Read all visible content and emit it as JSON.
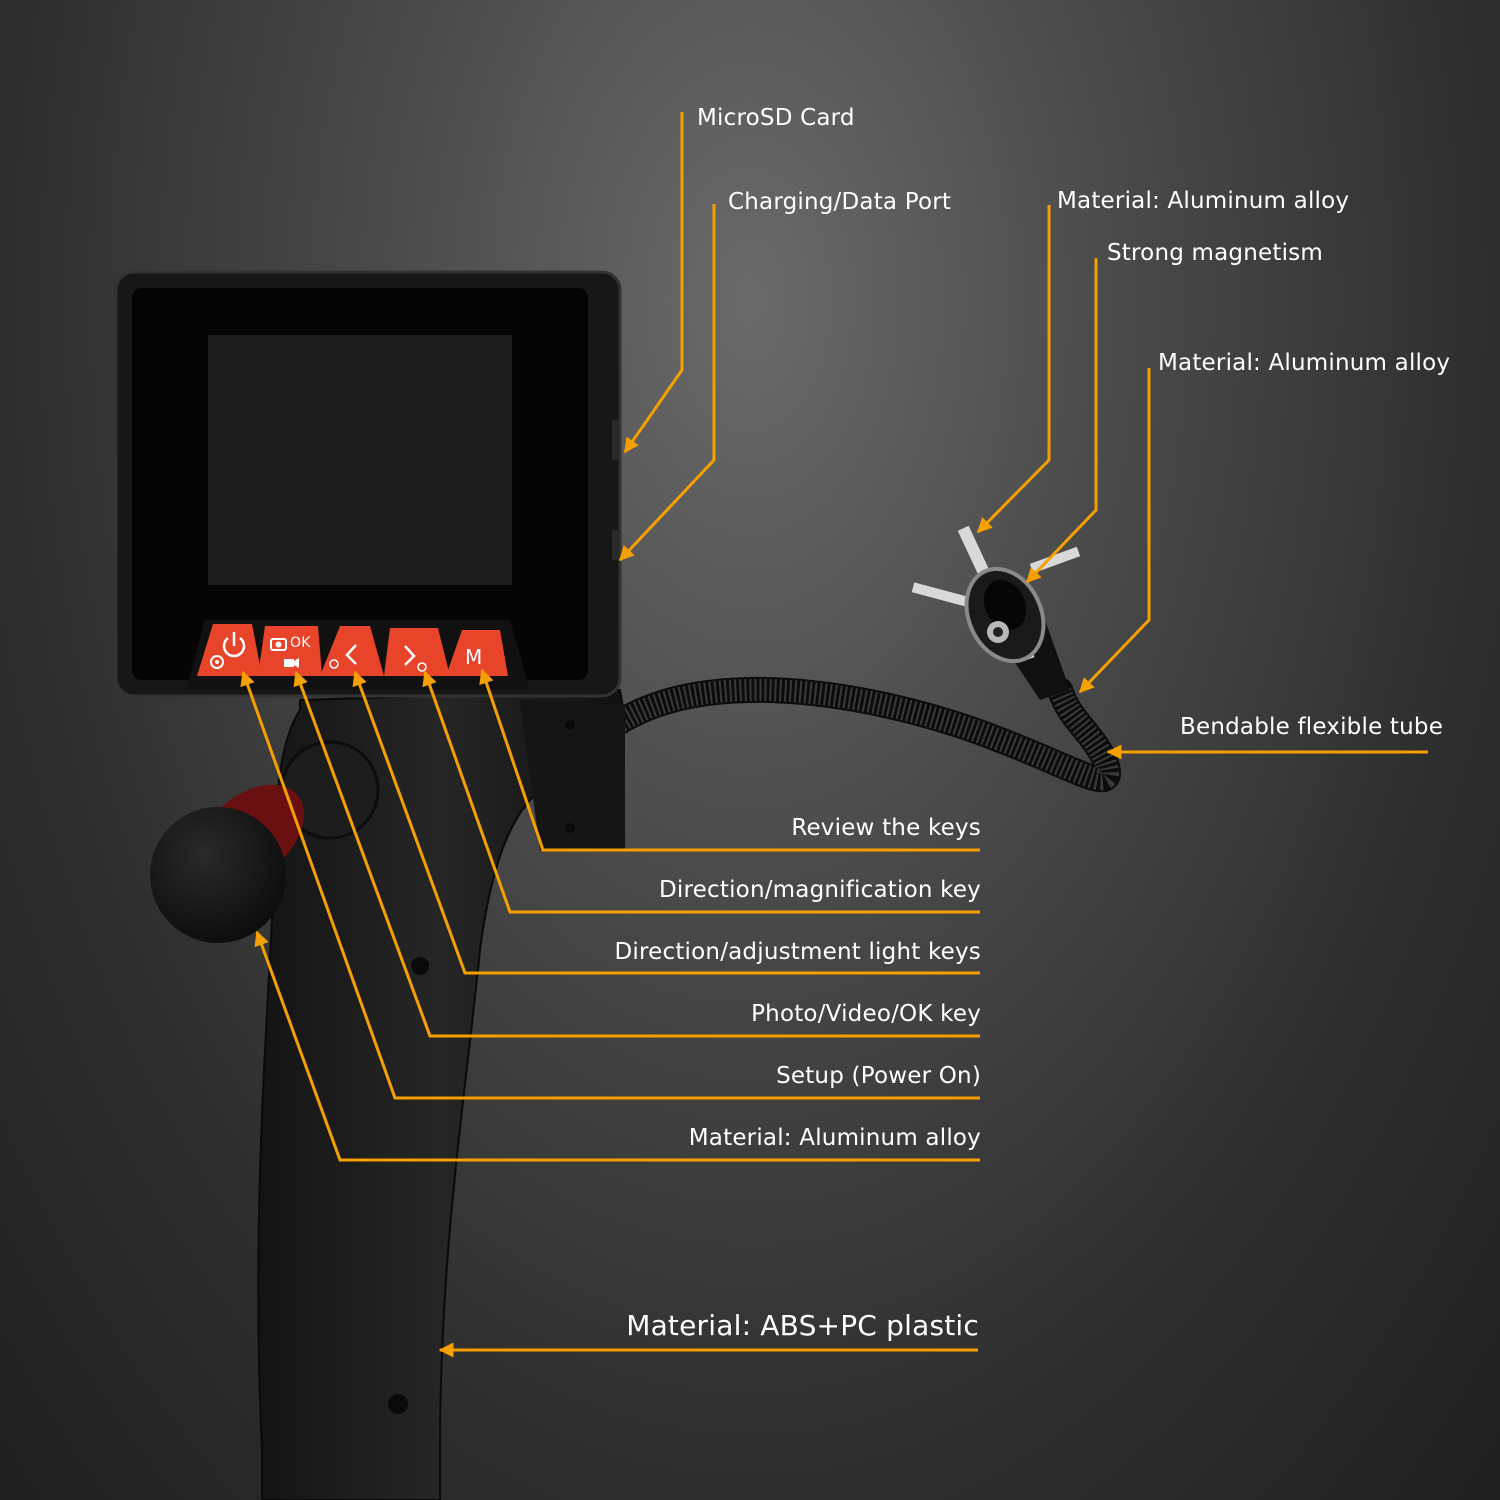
{
  "colors": {
    "accent": "#f5a000",
    "button": "#e8442a",
    "device": "#1b1b1b",
    "text": "#ffffff"
  },
  "labels": {
    "microsd_card": "MicroSD Card",
    "charging_port": "Charging/Data Port",
    "aluminum_alloy_1": "Material: Aluminum alloy",
    "strong_magnetism": "Strong magnetism",
    "aluminum_alloy_2": "Material: Aluminum alloy",
    "flexible_tube": "Bendable flexible tube",
    "review_keys": "Review the keys",
    "direction_magnification": "Direction/magnification key",
    "direction_light": "Direction/adjustment light keys",
    "photo_video_ok": "Photo/Video/OK key",
    "setup_power": "Setup (Power On)",
    "aluminum_alloy_3": "Material: Aluminum alloy",
    "abs_pc": "Material: ABS+PC plastic"
  },
  "buttons": {
    "ok": "OK",
    "menu": "M"
  },
  "icons": [
    "power-icon",
    "gear-icon",
    "camera-icon",
    "video-icon",
    "chevron-left-icon",
    "chevron-right-icon",
    "brightness-icon",
    "zoom-icon"
  ]
}
